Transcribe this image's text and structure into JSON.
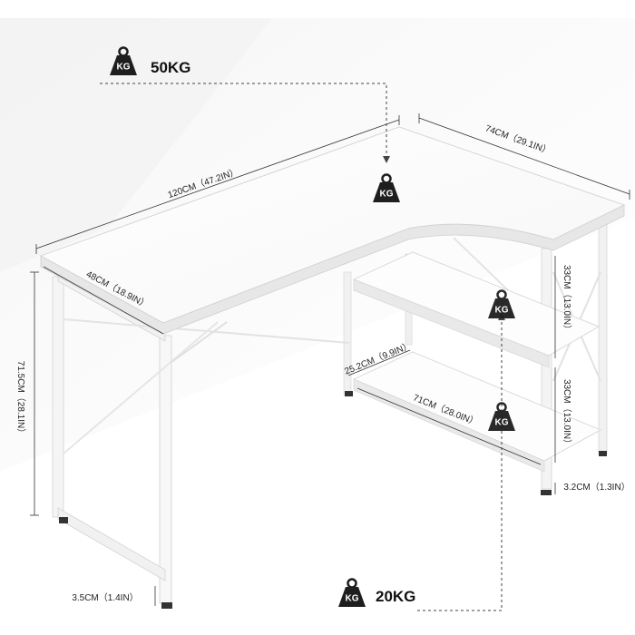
{
  "product": {
    "type": "L-shaped desk with shelves",
    "desk_color": "#ffffff",
    "frame_color": "#f6f6f6"
  },
  "icons": {
    "weight": {
      "name": "weight-icon",
      "text": "KG"
    }
  },
  "weights": {
    "desktop_load": "50KG",
    "shelf_load": "20KG"
  },
  "dimensions": {
    "length": "120CM（47.2IN）",
    "side_length": "74CM（29.1IN）",
    "depth": "48CM（18.9IN）",
    "height": "71.5CM（28.1IN）",
    "shelf_height_top": "33CM（13.0IN）",
    "shelf_height_bottom": "33CM（13.0IN）",
    "shelf_depth": "25.2CM（9.9IN）",
    "shelf_length": "71CM（28.0IN）",
    "foot_clearance": "3.5CM（1.4IN）",
    "leg_foot": "3.2CM（1.3IN）"
  }
}
